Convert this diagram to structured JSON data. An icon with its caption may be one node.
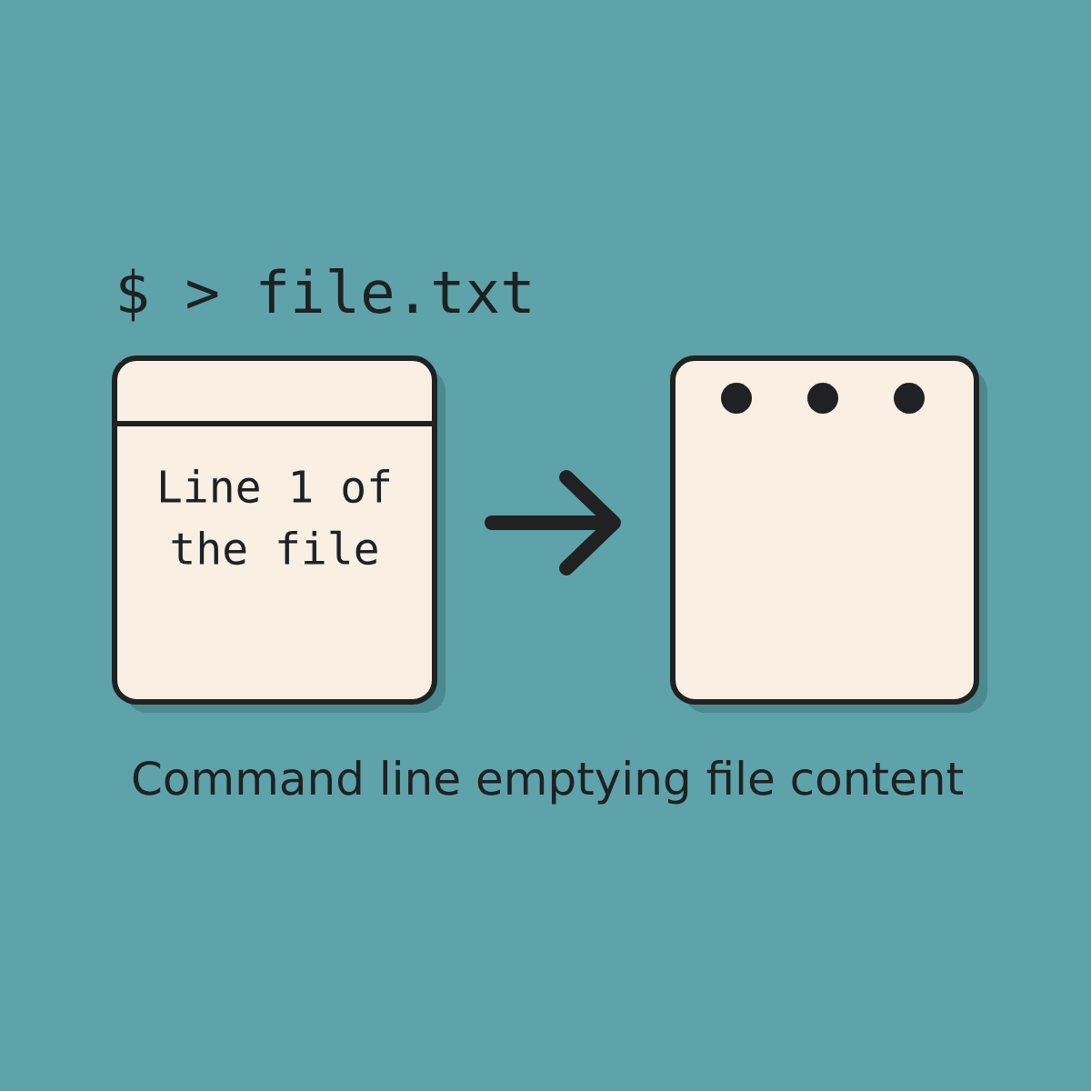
{
  "diagram": {
    "caption": "Command line emptying file content",
    "nodes": [
      {
        "text": [
          "Line 1 of the file"
        ]
      },
      {
        "text": [],
        "shape": "box"
      }
    ],
    "edges": [
      {
        "from": 0,
        "to": 1,
        "arrow": "to"
      }
    ],
    "labels": [
      "$ > file.txt"
    ]
  }
}
